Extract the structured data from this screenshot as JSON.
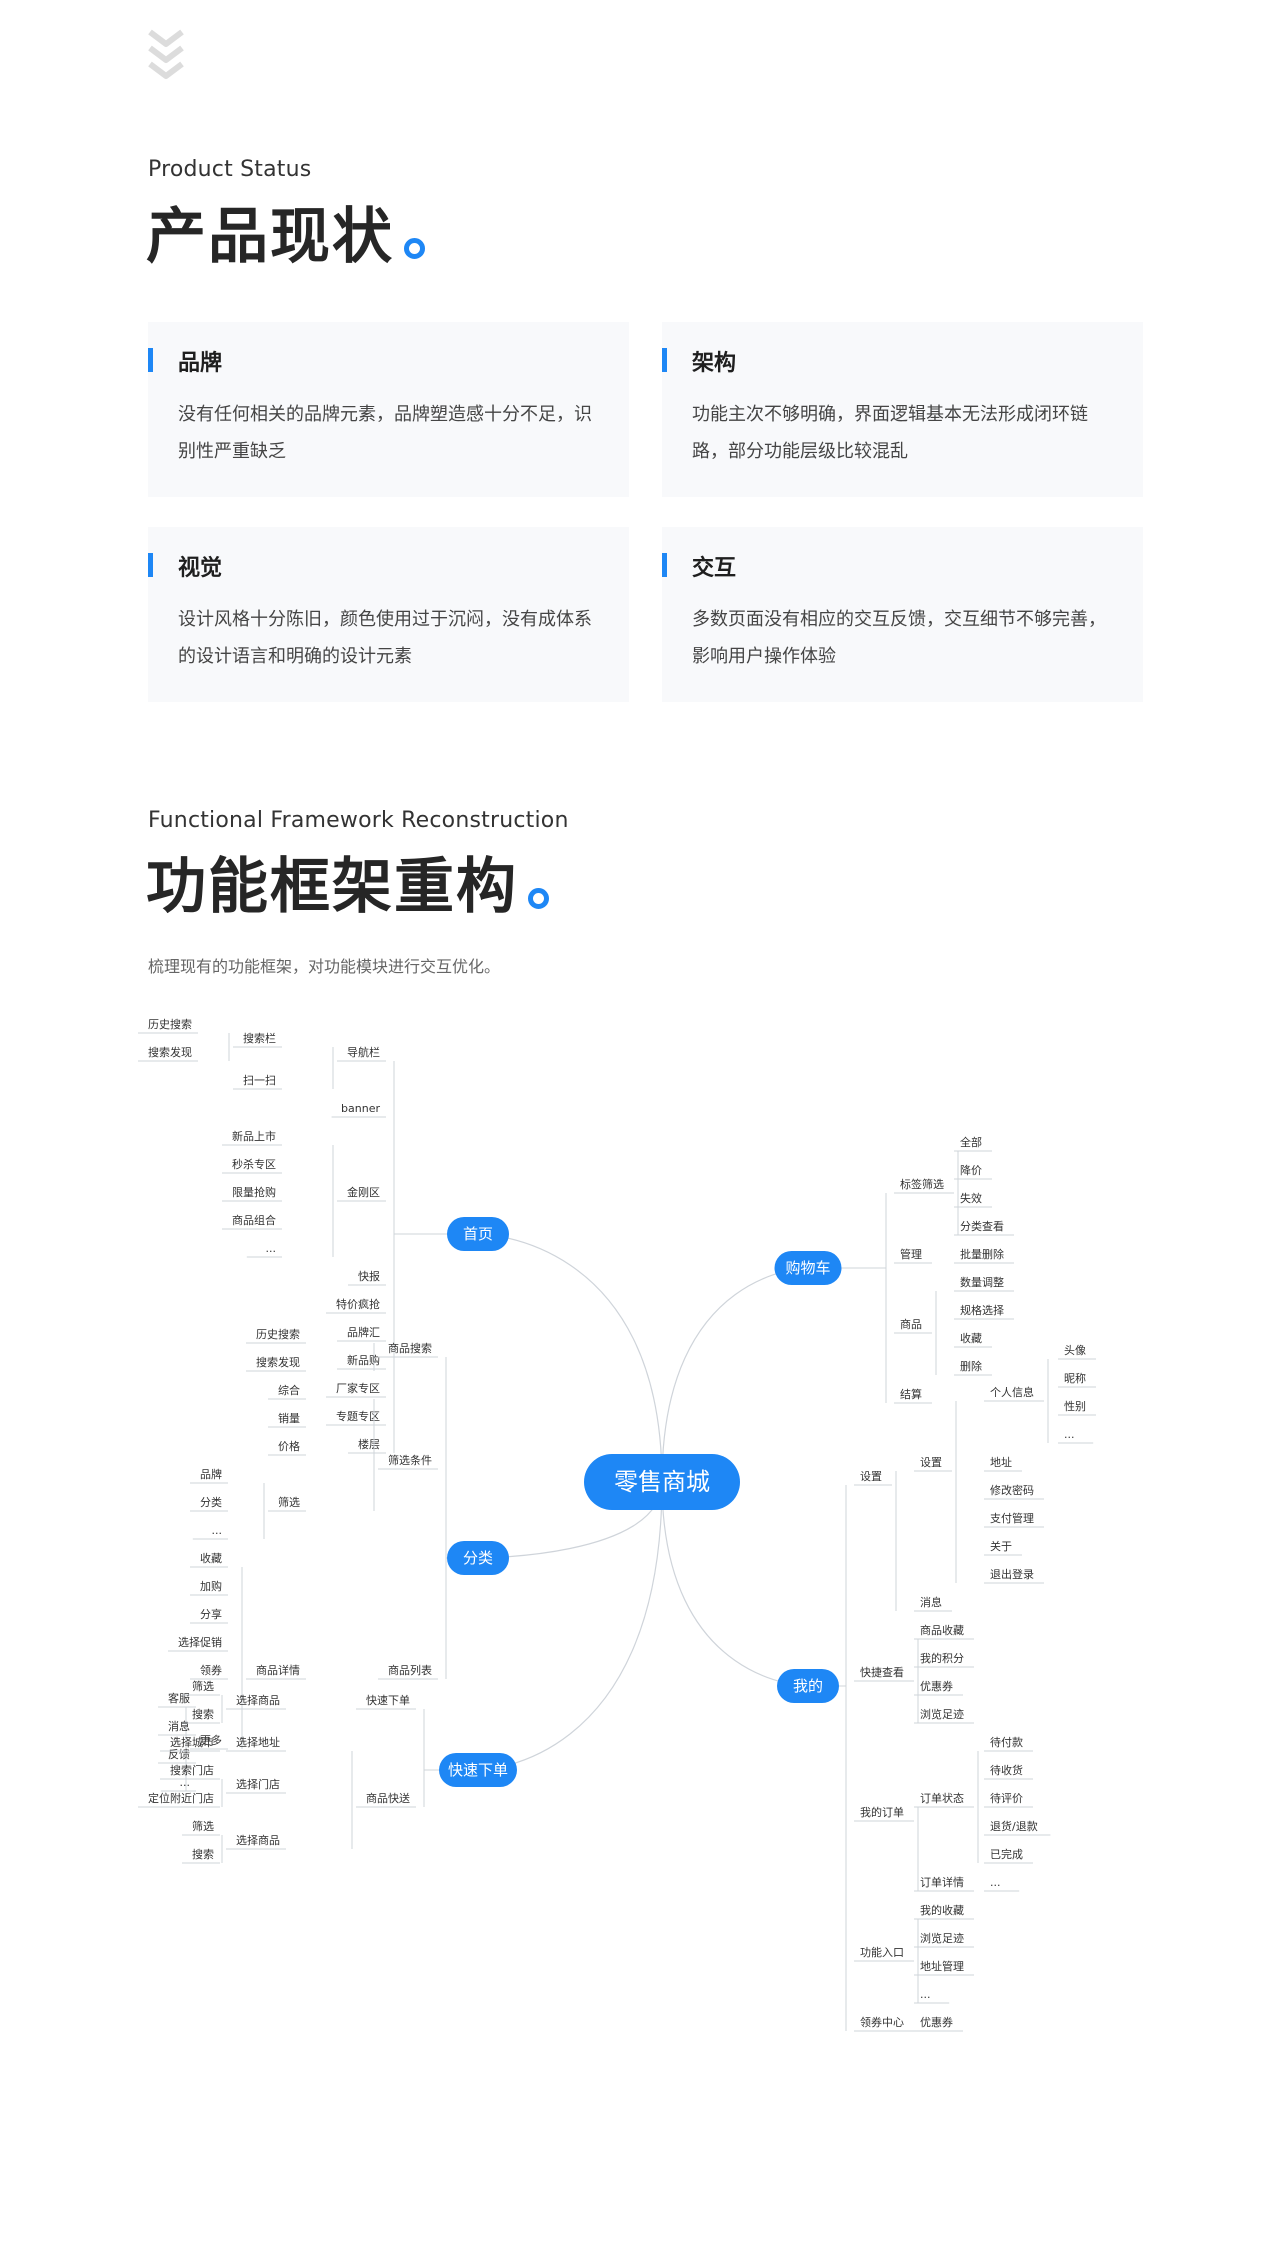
{
  "section1": {
    "en_title": "Product Status",
    "cn_title": "产品现状",
    "cards": [
      {
        "title": "品牌",
        "body": "没有任何相关的品牌元素，品牌塑造感十分不足，识别性严重缺乏"
      },
      {
        "title": "架构",
        "body": "功能主次不够明确，界面逻辑基本无法形成闭环链路，部分功能层级比较混乱"
      },
      {
        "title": "视觉",
        "body": "设计风格十分陈旧，颜色使用过于沉闷，没有成体系的设计语言和明确的设计元素"
      },
      {
        "title": "交互",
        "body": "多数页面没有相应的交互反馈，交互细节不够完善，影响用户操作体验"
      }
    ]
  },
  "section2": {
    "en_title": "Functional Framework Reconstruction",
    "cn_title": "功能框架重构",
    "description": "梳理现有的功能框架，对功能模块进行交互优化。"
  },
  "colors": {
    "accent": "#1e87f5",
    "card_bg": "#f8f9fb",
    "line": "#cfd4da"
  },
  "mindmap": {
    "center": "零售商城",
    "branches": [
      {
        "label": "首页",
        "children": [
          {
            "label": "导航栏",
            "children": [
              {
                "label": "搜索栏",
                "children": [
                  {
                    "label": "历史搜索"
                  },
                  {
                    "label": "搜索发现"
                  }
                ]
              },
              {
                "label": "扫一扫"
              }
            ]
          },
          {
            "label": "banner"
          },
          {
            "label": "金刚区",
            "children": [
              {
                "label": "新品上市"
              },
              {
                "label": "秒杀专区"
              },
              {
                "label": "限量抢购"
              },
              {
                "label": "商品组合"
              },
              {
                "label": "..."
              }
            ]
          },
          {
            "label": "快报"
          },
          {
            "label": "特价疯抢"
          },
          {
            "label": "品牌汇"
          },
          {
            "label": "新品购"
          },
          {
            "label": "厂家专区"
          },
          {
            "label": "专题专区"
          },
          {
            "label": "楼层"
          }
        ]
      },
      {
        "label": "分类",
        "children": [
          {
            "label": "商品搜索",
            "children": [
              {
                "label": "历史搜索"
              },
              {
                "label": "搜索发现"
              }
            ]
          },
          {
            "label": "筛选条件",
            "children": [
              {
                "label": "综合"
              },
              {
                "label": "销量"
              },
              {
                "label": "价格"
              },
              {
                "label": "筛选",
                "children": [
                  {
                    "label": "品牌"
                  },
                  {
                    "label": "分类"
                  },
                  {
                    "label": "..."
                  }
                ]
              }
            ]
          },
          {
            "label": "商品列表",
            "children": [
              {
                "label": "商品详情",
                "children": [
                  {
                    "label": "收藏"
                  },
                  {
                    "label": "加购"
                  },
                  {
                    "label": "分享"
                  },
                  {
                    "label": "选择促销"
                  },
                  {
                    "label": "领券"
                  },
                  {
                    "label": "更多",
                    "children": [
                      {
                        "label": "客服"
                      },
                      {
                        "label": "消息"
                      },
                      {
                        "label": "反馈"
                      },
                      {
                        "label": "..."
                      }
                    ]
                  }
                ]
              }
            ]
          }
        ]
      },
      {
        "label": "快速下单",
        "children": [
          {
            "label": "快速下单",
            "children": [
              {
                "label": "选择商品",
                "children": [
                  {
                    "label": "筛选"
                  },
                  {
                    "label": "搜索"
                  }
                ]
              }
            ]
          },
          {
            "label": "商品快送",
            "children": [
              {
                "label": "选择地址",
                "children": [
                  {
                    "label": "选择城市"
                  }
                ]
              },
              {
                "label": "选择门店",
                "children": [
                  {
                    "label": "搜索门店"
                  },
                  {
                    "label": "定位附近门店"
                  }
                ]
              },
              {
                "label": "选择商品",
                "children": [
                  {
                    "label": "筛选"
                  },
                  {
                    "label": "搜索"
                  }
                ]
              }
            ]
          }
        ]
      },
      {
        "label": "购物车",
        "children": [
          {
            "label": "标签筛选",
            "children": [
              {
                "label": "全部"
              },
              {
                "label": "降价"
              },
              {
                "label": "失效"
              },
              {
                "label": "分类查看"
              }
            ]
          },
          {
            "label": "管理",
            "children": [
              {
                "label": "批量删除"
              }
            ]
          },
          {
            "label": "商品",
            "children": [
              {
                "label": "数量调整"
              },
              {
                "label": "规格选择"
              },
              {
                "label": "收藏"
              },
              {
                "label": "删除"
              }
            ]
          },
          {
            "label": "结算"
          }
        ]
      },
      {
        "label": "我的",
        "children": [
          {
            "label": "设置",
            "children": [
              {
                "label": "设置",
                "children": [
                  {
                    "label": "个人信息",
                    "children": [
                      {
                        "label": "头像"
                      },
                      {
                        "label": "昵称"
                      },
                      {
                        "label": "性别"
                      },
                      {
                        "label": "..."
                      }
                    ]
                  },
                  {
                    "label": "地址"
                  },
                  {
                    "label": "修改密码"
                  },
                  {
                    "label": "支付管理"
                  },
                  {
                    "label": "关于"
                  },
                  {
                    "label": "退出登录"
                  }
                ]
              },
              {
                "label": "消息"
              }
            ]
          },
          {
            "label": "快捷查看",
            "children": [
              {
                "label": "商品收藏"
              },
              {
                "label": "我的积分"
              },
              {
                "label": "优惠券"
              },
              {
                "label": "浏览足迹"
              }
            ]
          },
          {
            "label": "我的订单",
            "children": [
              {
                "label": "订单状态",
                "children": [
                  {
                    "label": "待付款"
                  },
                  {
                    "label": "待收货"
                  },
                  {
                    "label": "待评价"
                  },
                  {
                    "label": "退货/退款"
                  },
                  {
                    "label": "已完成"
                  }
                ]
              },
              {
                "label": "订单详情",
                "children": [
                  {
                    "label": "..."
                  }
                ]
              }
            ]
          },
          {
            "label": "功能入口",
            "children": [
              {
                "label": "我的收藏"
              },
              {
                "label": "浏览足迹"
              },
              {
                "label": "地址管理"
              },
              {
                "label": "..."
              }
            ]
          },
          {
            "label": "领券中心",
            "children": [
              {
                "label": "优惠券"
              }
            ]
          }
        ]
      }
    ]
  }
}
